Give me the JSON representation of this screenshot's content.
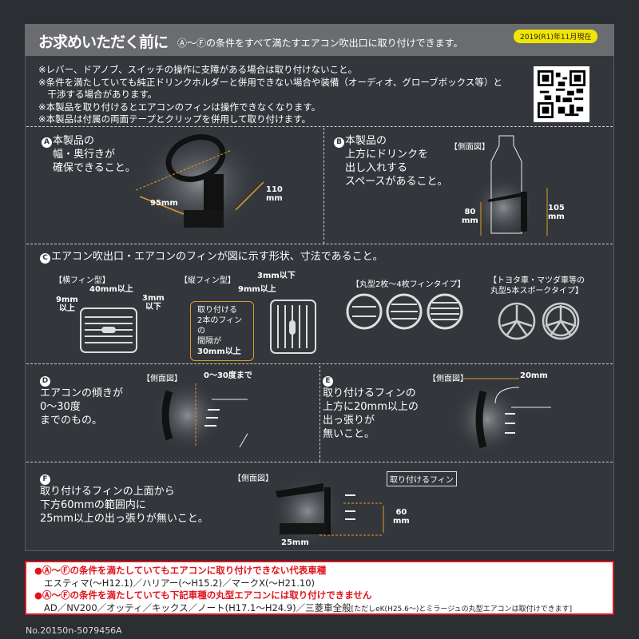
{
  "header": {
    "title": "お求めいただく前に",
    "subtitle": "Ⓐ〜Ⓕの条件をすべて満たすエアコン吹出口に取り付けできます。",
    "date_badge": "2019(R1)年11月現在"
  },
  "notes": [
    "※レバー、ドアノブ、スイッチの操作に支障がある場合は取り付けないこと。",
    "※条件を満たしていても純正ドリンクホルダーと併用できない場合や装備（オーディオ、グローブボックス等）と",
    "　干渉する場合があります。",
    "※本製品を取り付けるとエアコンのフィンは操作できなくなります。",
    "※本製品は付属の両面テープとクリップを併用して取り付けます。"
  ],
  "sections": {
    "a": {
      "mark": "A",
      "text": [
        "本製品の",
        "幅・奥行きが",
        "確保できること。"
      ],
      "width": "95mm",
      "height_num": "110",
      "height_unit": "mm"
    },
    "b": {
      "mark": "B",
      "text": [
        "本製品の",
        "上方にドリンクを",
        "出し入れする",
        "スペースがあること。"
      ],
      "view": "【側面図】",
      "h1_num": "80",
      "h1_unit": "mm",
      "h2_num": "105",
      "h2_unit": "mm"
    },
    "c": {
      "mark": "C",
      "text": "エアコン吹出口・エアコンのフィンが図に示す形状、寸法であること。",
      "horizontal": {
        "label": "【横フィン型】",
        "width": "40mm以上",
        "gap_num": "9mm",
        "gap_unit": "以上",
        "fin_num": "3mm",
        "fin_unit": "以下"
      },
      "vertical": {
        "label": "【縦フィン型】",
        "fin": "3mm以下",
        "gap": "9mm以上",
        "callout": [
          "取り付ける",
          "2本のフィンの",
          "間隔が",
          "30mm以上"
        ]
      },
      "round": {
        "label": "【丸型2枚〜4枚フィンタイプ】"
      },
      "spoke": {
        "label": [
          "【トヨタ車・マツダ車等の",
          "丸型5本スポークタイプ】"
        ]
      }
    },
    "d": {
      "mark": "D",
      "text": [
        "エアコンの傾きが",
        "0〜30度",
        "までのもの。"
      ],
      "view": "【側面図】",
      "angle": "0〜30度まで"
    },
    "e": {
      "mark": "E",
      "text": [
        "取り付けるフィンの",
        "上方に20mm以上の",
        "出っ張りが",
        "無いこと。"
      ],
      "view": "【側面図】",
      "dim": "20mm"
    },
    "f": {
      "mark": "F",
      "text": [
        "取り付けるフィンの上面から",
        "下方60mmの範囲内に",
        "25mm以上の出っ張りが無いこと。"
      ],
      "view": "【側面図】",
      "fin_label": "取り付けるフィン",
      "h_num": "60",
      "h_unit": "mm",
      "w": "25mm"
    }
  },
  "warnings": [
    {
      "title": "●Ⓐ〜Ⓕの条件を満たしていてもエアコンに取り付けできない代表車種",
      "body": "エスティマ(〜H12.1)／ハリアー(〜H15.2)／マークX(〜H21.10)"
    },
    {
      "title": "●Ⓐ〜Ⓕの条件を満たしていても下記車種の丸型エアコンには取り付けできません",
      "body": "AD／NV200／オッティ／キックス／ノート(H17.1〜H24.9)／三菱車全般",
      "note": "[ただしeK(H25.6〜)とミラージュの丸型エアコンは取付けできます]"
    }
  ],
  "product_number": "No.20150n-5079456A",
  "colors": {
    "accent": "#e19a2b",
    "badge": "#f2e500",
    "warning": "#e0141c"
  }
}
